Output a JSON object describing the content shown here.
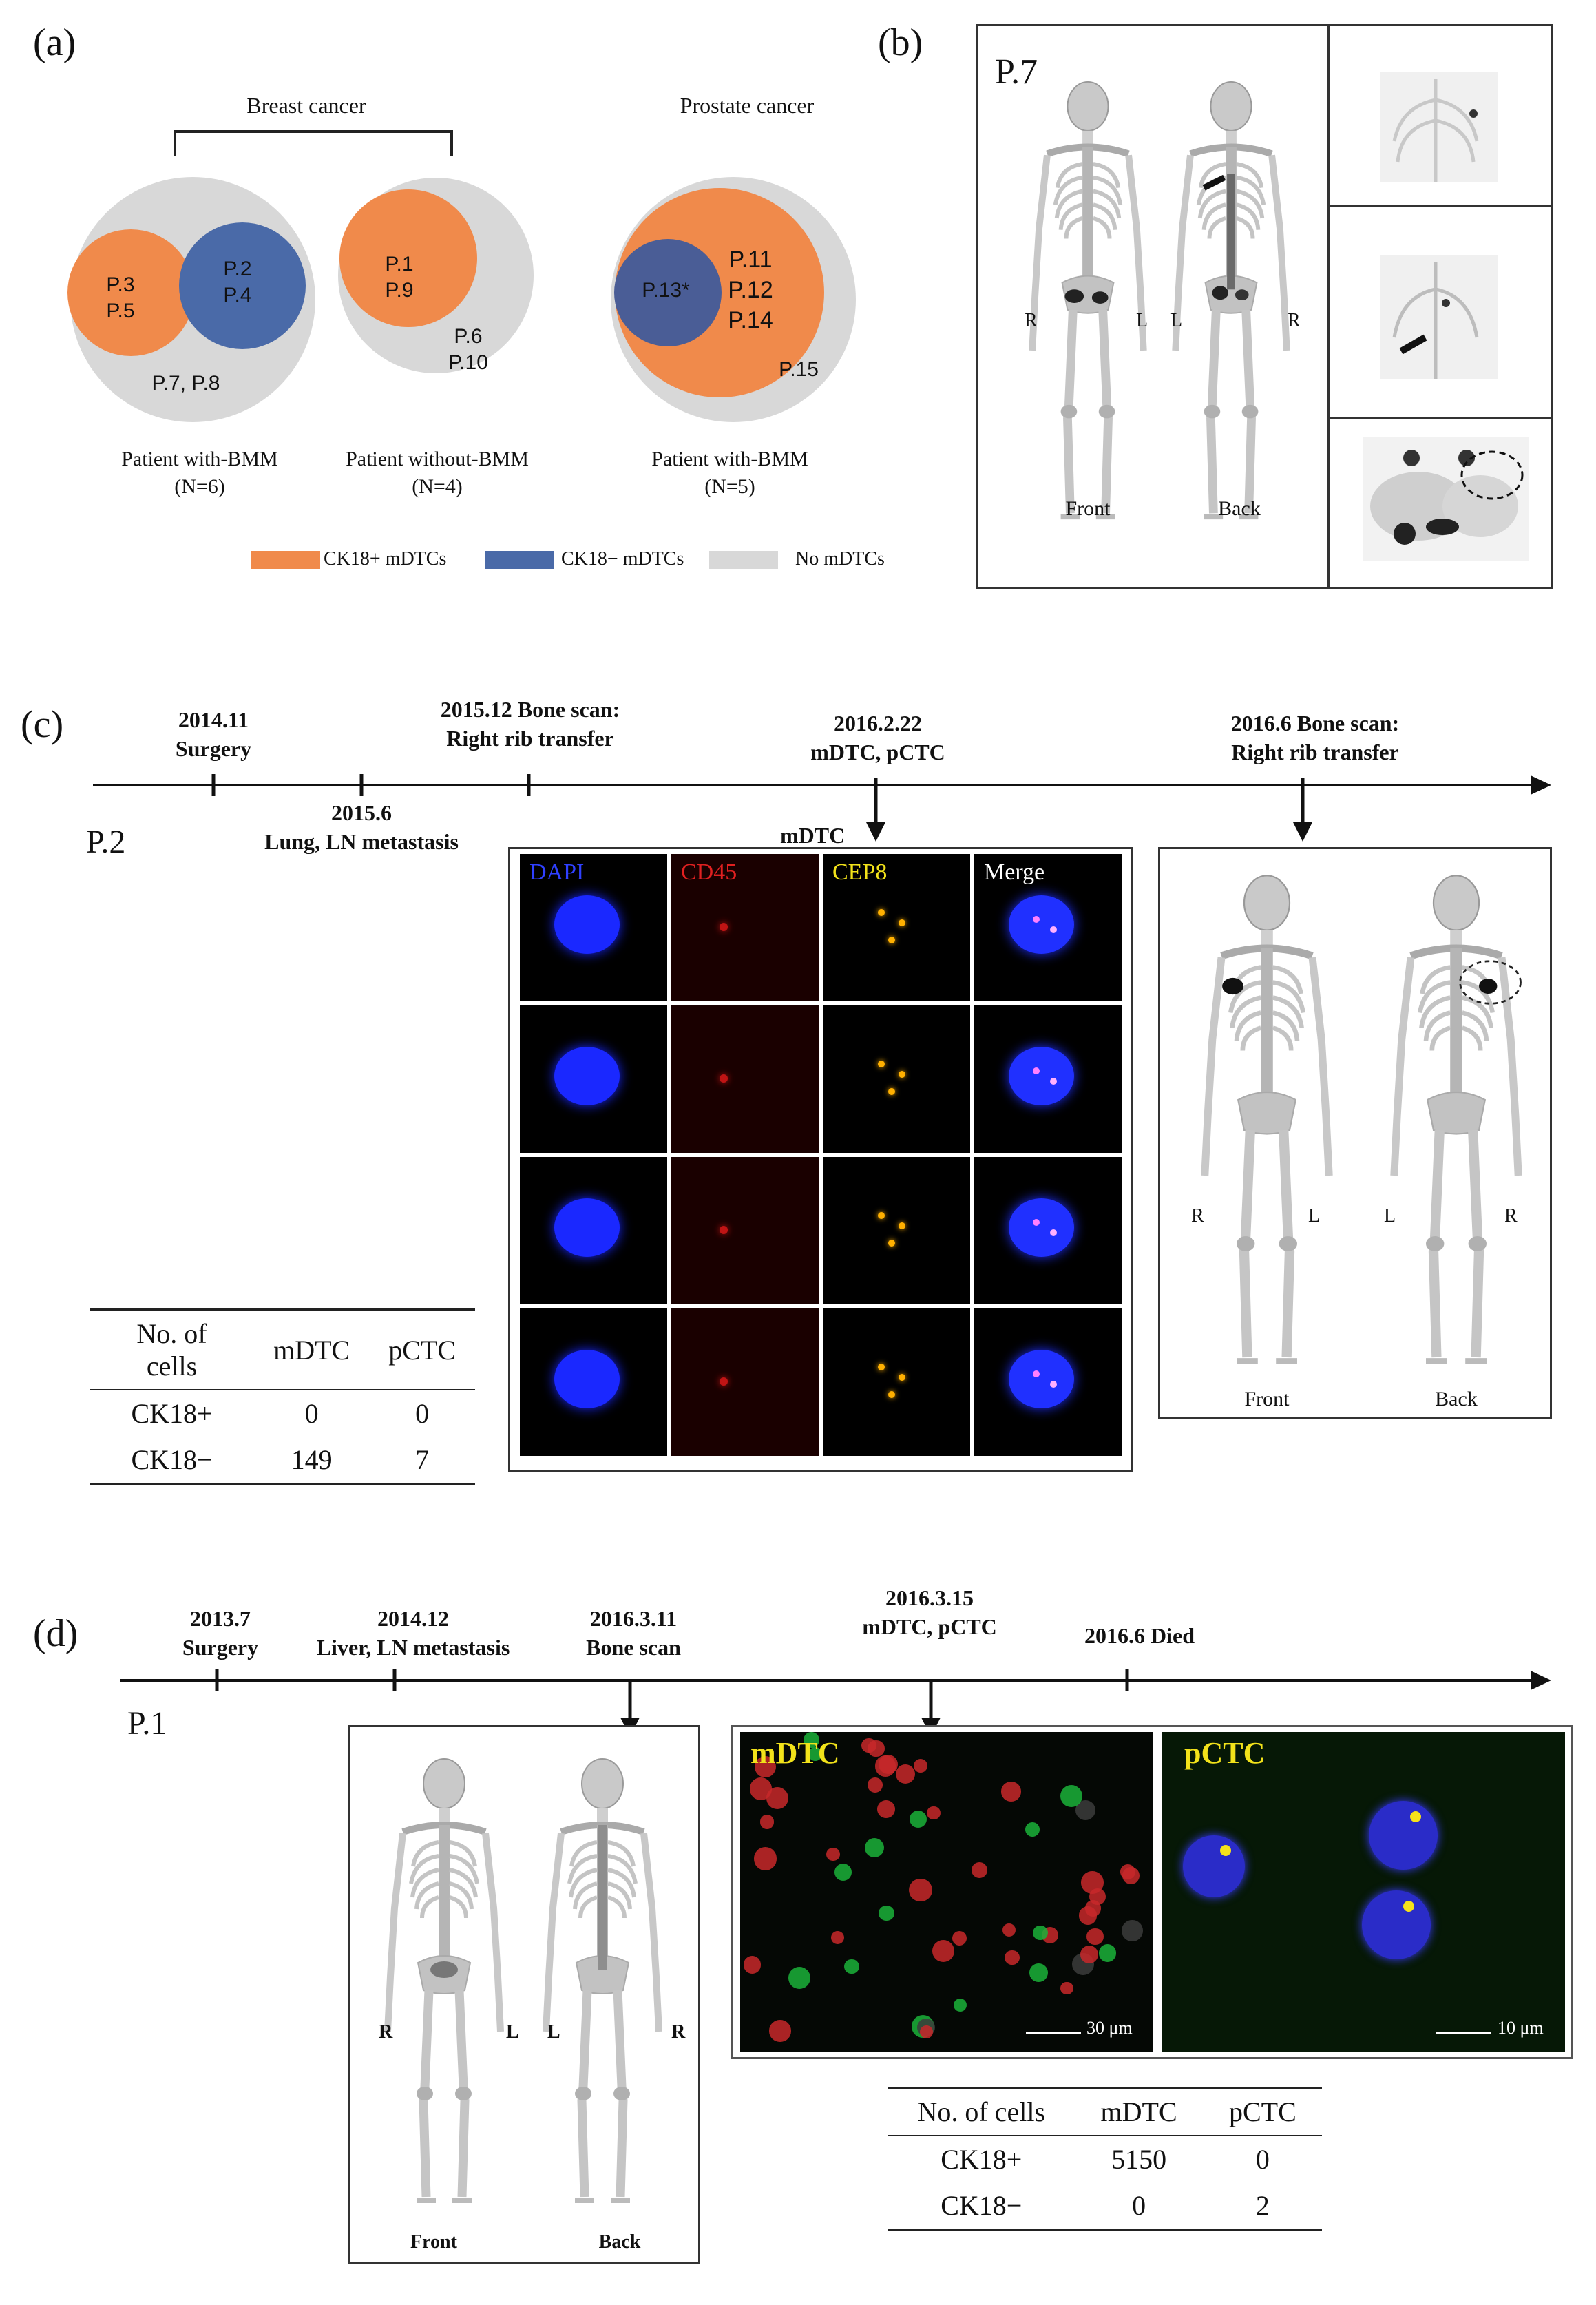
{
  "panels": {
    "a": "(a)",
    "b": "(b)",
    "c": "(c)",
    "d": "(d)"
  },
  "panel_a": {
    "breast_title": "Breast cancer",
    "prostate_title": "Prostate cancer",
    "circle1": {
      "orange": "P.3\nP.5",
      "blue": "P.2\nP.4",
      "grey": "P.7, P.8",
      "caption1": "Patient with-BMM",
      "caption2": "(N=6)"
    },
    "circle2": {
      "orange": "P.1\nP.9",
      "grey": "P.6\nP.10",
      "caption1": "Patient without-BMM",
      "caption2": "(N=4)"
    },
    "circle3": {
      "blue": "P.13*",
      "orange": "P.11\nP.12\nP.14",
      "grey": "P.15",
      "caption1": "Patient with-BMM",
      "caption2": "(N=5)"
    },
    "legend": [
      {
        "label": "CK18+ mDTCs",
        "color": "#f08a4b"
      },
      {
        "label": "CK18− mDTCs",
        "color": "#4a6aa8"
      },
      {
        "label": "No mDTCs",
        "color": "#d8d8d8"
      }
    ]
  },
  "panel_b": {
    "patient": "P.7",
    "front": "Front",
    "back": "Back",
    "r1": "R",
    "l1": "L",
    "l2": "L",
    "r2": "R"
  },
  "panel_c": {
    "patient": "P.2",
    "events": [
      {
        "line1": "2014.11",
        "line2": "Surgery"
      },
      {
        "line1": "2015.6",
        "line2": "Lung, LN metastasis"
      },
      {
        "line1": "2015.12 Bone scan:",
        "line2": "Right rib transfer"
      },
      {
        "line1": "2016.2.22",
        "line2": "mDTC, pCTC"
      },
      {
        "line1": "2016.6 Bone scan:",
        "line2": "Right rib transfer"
      }
    ],
    "mdtc_label": "mDTC",
    "channels": [
      "DAPI",
      "CD45",
      "CEP8",
      "Merge"
    ],
    "table": {
      "headers": [
        "No. of cells",
        "mDTC",
        "pCTC"
      ],
      "rows": [
        [
          "CK18+",
          "0",
          "0"
        ],
        [
          "CK18−",
          "149",
          "7"
        ]
      ]
    },
    "scan": {
      "front": "Front",
      "back": "Back",
      "r1": "R",
      "l1": "L",
      "l2": "L",
      "r2": "R"
    }
  },
  "panel_d": {
    "patient": "P.1",
    "events": [
      {
        "line1": "2013.7",
        "line2": "Surgery"
      },
      {
        "line1": "2014.12",
        "line2": "Liver, LN metastasis"
      },
      {
        "line1": "2016.3.11",
        "line2": "Bone scan"
      },
      {
        "line1": "2016.3.15",
        "line2": "mDTC,  pCTC"
      },
      {
        "line1": "2016.6 Died",
        "line2": ""
      }
    ],
    "scan": {
      "front": "Front",
      "back": "Back",
      "r1": "R",
      "l1": "L",
      "l2": "L",
      "r2": "R"
    },
    "micro1": {
      "label": "mDTC",
      "scale": "30 μm"
    },
    "micro2": {
      "label": "pCTC",
      "scale": "10 μm"
    },
    "table": {
      "headers": [
        "No. of cells",
        "mDTC",
        "pCTC"
      ],
      "rows": [
        [
          "CK18+",
          "5150",
          "0"
        ],
        [
          "CK18−",
          "0",
          "2"
        ]
      ]
    }
  }
}
